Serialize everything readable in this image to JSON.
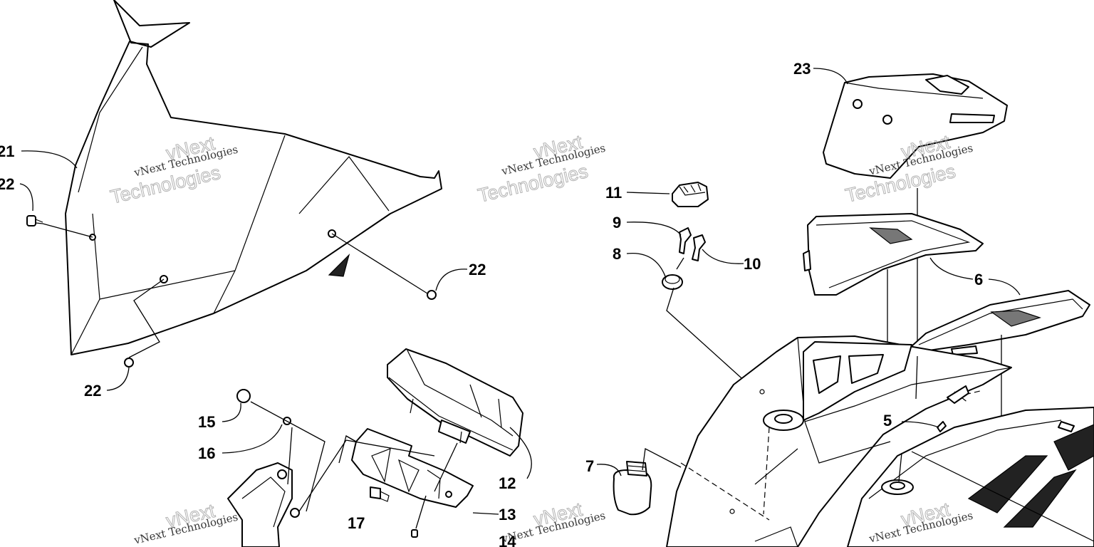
{
  "watermark": {
    "line1": "vNext",
    "line2": "vNext Technologies",
    "line3": "Technologies"
  },
  "callouts": [
    {
      "id": "c21a",
      "label": "21"
    },
    {
      "id": "c22a",
      "label": "22"
    },
    {
      "id": "c22b",
      "label": "22"
    },
    {
      "id": "c22c",
      "label": "22"
    },
    {
      "id": "c15",
      "label": "15"
    },
    {
      "id": "c16",
      "label": "16"
    },
    {
      "id": "c17",
      "label": "17"
    },
    {
      "id": "c14",
      "label": "14"
    },
    {
      "id": "c12",
      "label": "12"
    },
    {
      "id": "c13",
      "label": "13"
    },
    {
      "id": "c11",
      "label": "11"
    },
    {
      "id": "c9",
      "label": "9"
    },
    {
      "id": "c10",
      "label": "10"
    },
    {
      "id": "c8",
      "label": "8"
    },
    {
      "id": "c7",
      "label": "7"
    },
    {
      "id": "c23",
      "label": "23"
    },
    {
      "id": "c6",
      "label": "6"
    },
    {
      "id": "c5",
      "label": "5"
    }
  ]
}
